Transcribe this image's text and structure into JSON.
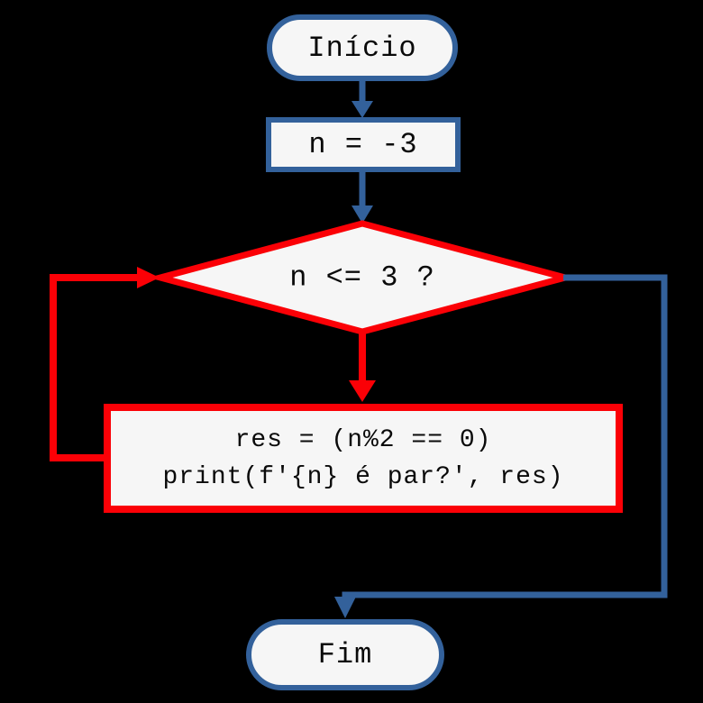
{
  "colors": {
    "blue": "#33619b",
    "red": "#fb0006",
    "fill": "#f6f6f6",
    "background": "#000000",
    "text": "#0a0a0a"
  },
  "nodes": {
    "start": {
      "label": "Início"
    },
    "assign": {
      "label": "n = -3"
    },
    "decision": {
      "label": "n <= 3 ?"
    },
    "process": {
      "line1": "res = (n%2 == 0)",
      "line2": "print(f'{n} é par?', res)"
    },
    "end": {
      "label": "Fim"
    }
  }
}
